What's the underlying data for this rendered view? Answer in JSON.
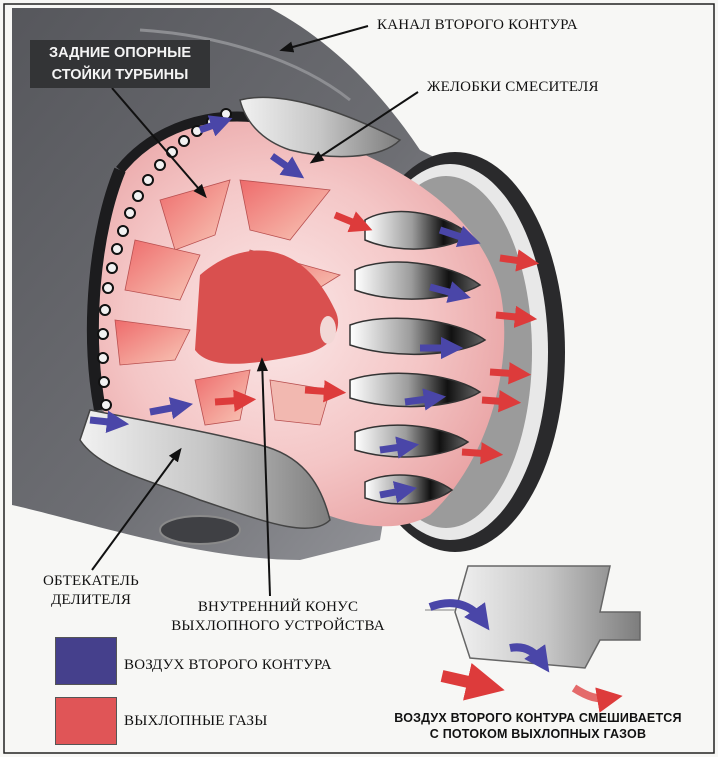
{
  "labels": {
    "bypass_duct": "КАНАЛ ВТОРОГО КОНТУРА",
    "turbine_struts_line1": "ЗАДНИЕ ОПОРНЫЕ",
    "turbine_struts_line2": "СТОЙКИ ТУРБИНЫ",
    "mixer_chutes": "ЖЕЛОБКИ СМЕСИТЕЛЯ",
    "splitter_fairing_line1": "ОБТЕКАТЕЛЬ",
    "splitter_fairing_line2": "ДЕЛИТЕЛЯ",
    "inner_cone_line1": "ВНУТРЕННИЙ КОНУС",
    "inner_cone_line2": "ВЫХЛОПНОГО УСТРОЙСТВА"
  },
  "legend": {
    "bypass_air": {
      "label": "ВОЗДУХ ВТОРОГО КОНТУРА",
      "color": "#45408c"
    },
    "exhaust": {
      "label": "ВЫХЛОПНЫЕ ГАЗЫ",
      "color": "#e05557"
    }
  },
  "inset": {
    "caption_line1": "ВОЗДУХ ВТОРОГО КОНТУРА СМЕШИВАЕТСЯ",
    "caption_line2": "С ПОТОКОМ ВЫХЛОПНЫХ ГАЗОВ"
  },
  "colors": {
    "bypass_arrow": "#4a46a8",
    "exhaust_arrow": "#dd3b3b",
    "nacelle_dark": "#4a4b50",
    "nacelle_mid": "#7b7c80",
    "metal_light": "#d9d9d9"
  }
}
